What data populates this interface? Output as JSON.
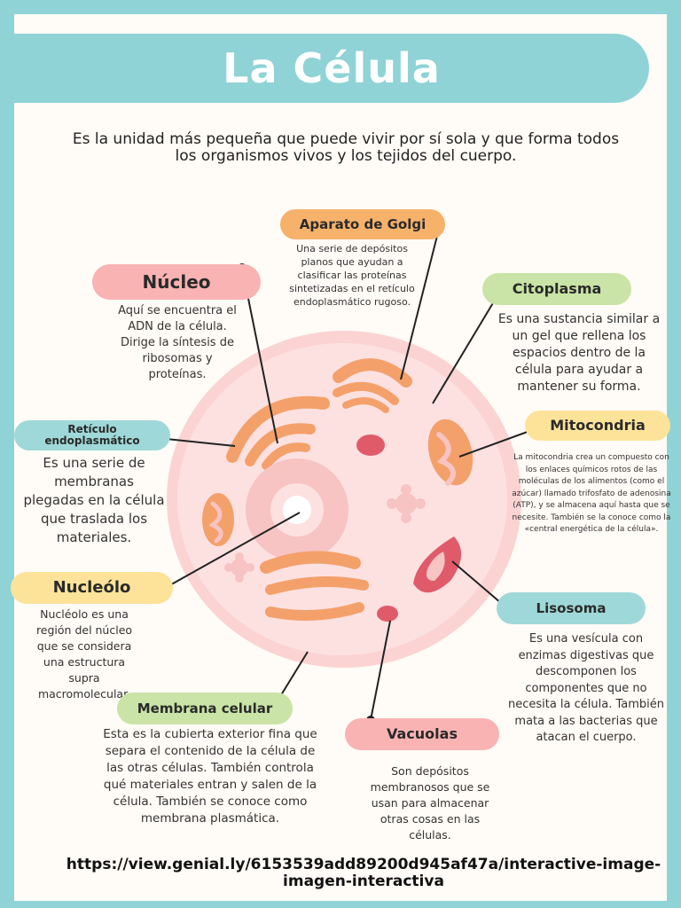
{
  "title": "La Célula",
  "intro": "Es  la unidad más pequeña que puede vivir por sí sola y que forma todos los organismos vivos y los tejidos del cuerpo.",
  "labels": {
    "golgi": {
      "title": "Aparato de Golgi",
      "text": "Una serie de depósitos planos que ayudan a clasificar las proteínas sintetizadas en el retículo endoplasmático rugoso."
    },
    "nucleo": {
      "title": "Núcleo",
      "text": "Aquí se encuentra el ADN de la célula. Dirige la síntesis de ribosomas y proteínas."
    },
    "citoplasma": {
      "title": "Citoplasma",
      "text": "Es una sustancia similar a un gel que rellena los espacios dentro de la célula para ayudar a mantener su forma."
    },
    "reticulo": {
      "title": "Retículo endoplasmático",
      "text": "Es una serie de membranas plegadas en la célula que traslada los materiales."
    },
    "mitocondria": {
      "title": "Mitocondria",
      "text": "La mitocondria crea un compuesto con los enlaces químicos rotos de las moléculas de los alimentos (como el azúcar) llamado trifosfato de adenosina (ATP), y se almacena aquí hasta que se necesite. También se la conoce como la «central energética de la célula»."
    },
    "nucleolo": {
      "title": "Nucleólo",
      "text": "Nucléolo es una región del núcleo que se considera una estructura supra macromolecular."
    },
    "lisosoma": {
      "title": "Lisosoma",
      "text": "Es una vesícula con enzimas digestivas que descomponen los componentes que no necesita la célula. También mata a las bacterias que atacan el cuerpo."
    },
    "membrana": {
      "title": "Membrana celular",
      "text": "Esta es la cubierta exterior fina que separa el contenido de la célula de las otras células. También controla qué materiales entran y salen de la célula. También se conoce como membrana plasmática."
    },
    "vacuolas": {
      "title": "Vacuolas",
      "text": "Son depósitos membranosos que se usan para almacenar otras cosas en las células."
    }
  },
  "url": "https://view.genial.ly/6153539add89200d945af47a/interactive-image-imagen-interactiva",
  "colors": {
    "frame": "#8fd3d6",
    "pink_label": "#f9b3b3",
    "orange_label": "#f6b26b",
    "green_label": "#c9e4a6",
    "yellow_label": "#fde39a",
    "teal_label": "#9fd8d8",
    "cell_outer": "#fbd3d3",
    "organelle_orange": "#f4a06a"
  }
}
